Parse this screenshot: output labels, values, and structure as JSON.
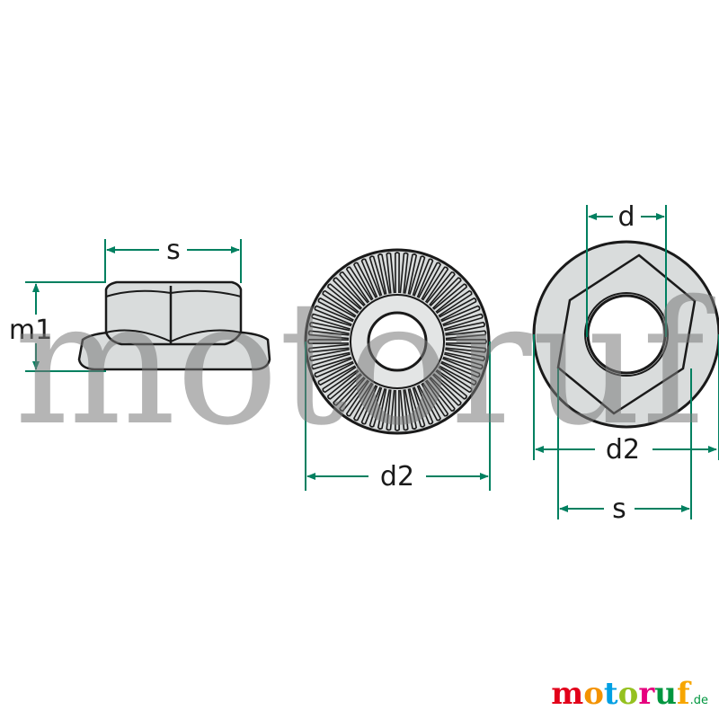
{
  "diagram": {
    "side_view": {
      "label_s": "s",
      "label_m1": "m1"
    },
    "serrated_view": {
      "label_d2": "d2"
    },
    "top_view": {
      "label_d": "d",
      "label_d2": "d2",
      "label_s": "s"
    }
  },
  "watermark": {
    "text": "motoruf"
  },
  "logo": {
    "letters": [
      "m",
      "o",
      "t",
      "o",
      "r",
      "u",
      "f"
    ],
    "suffix": ".de",
    "colors": [
      "#e2001a",
      "#f39200",
      "#009fe3",
      "#95c11f",
      "#e6007e",
      "#00963f",
      "#f7a600"
    ]
  },
  "colors": {
    "part_fill": "#d9dcdc",
    "outline": "#1a1a1a",
    "dimension": "#008060"
  }
}
